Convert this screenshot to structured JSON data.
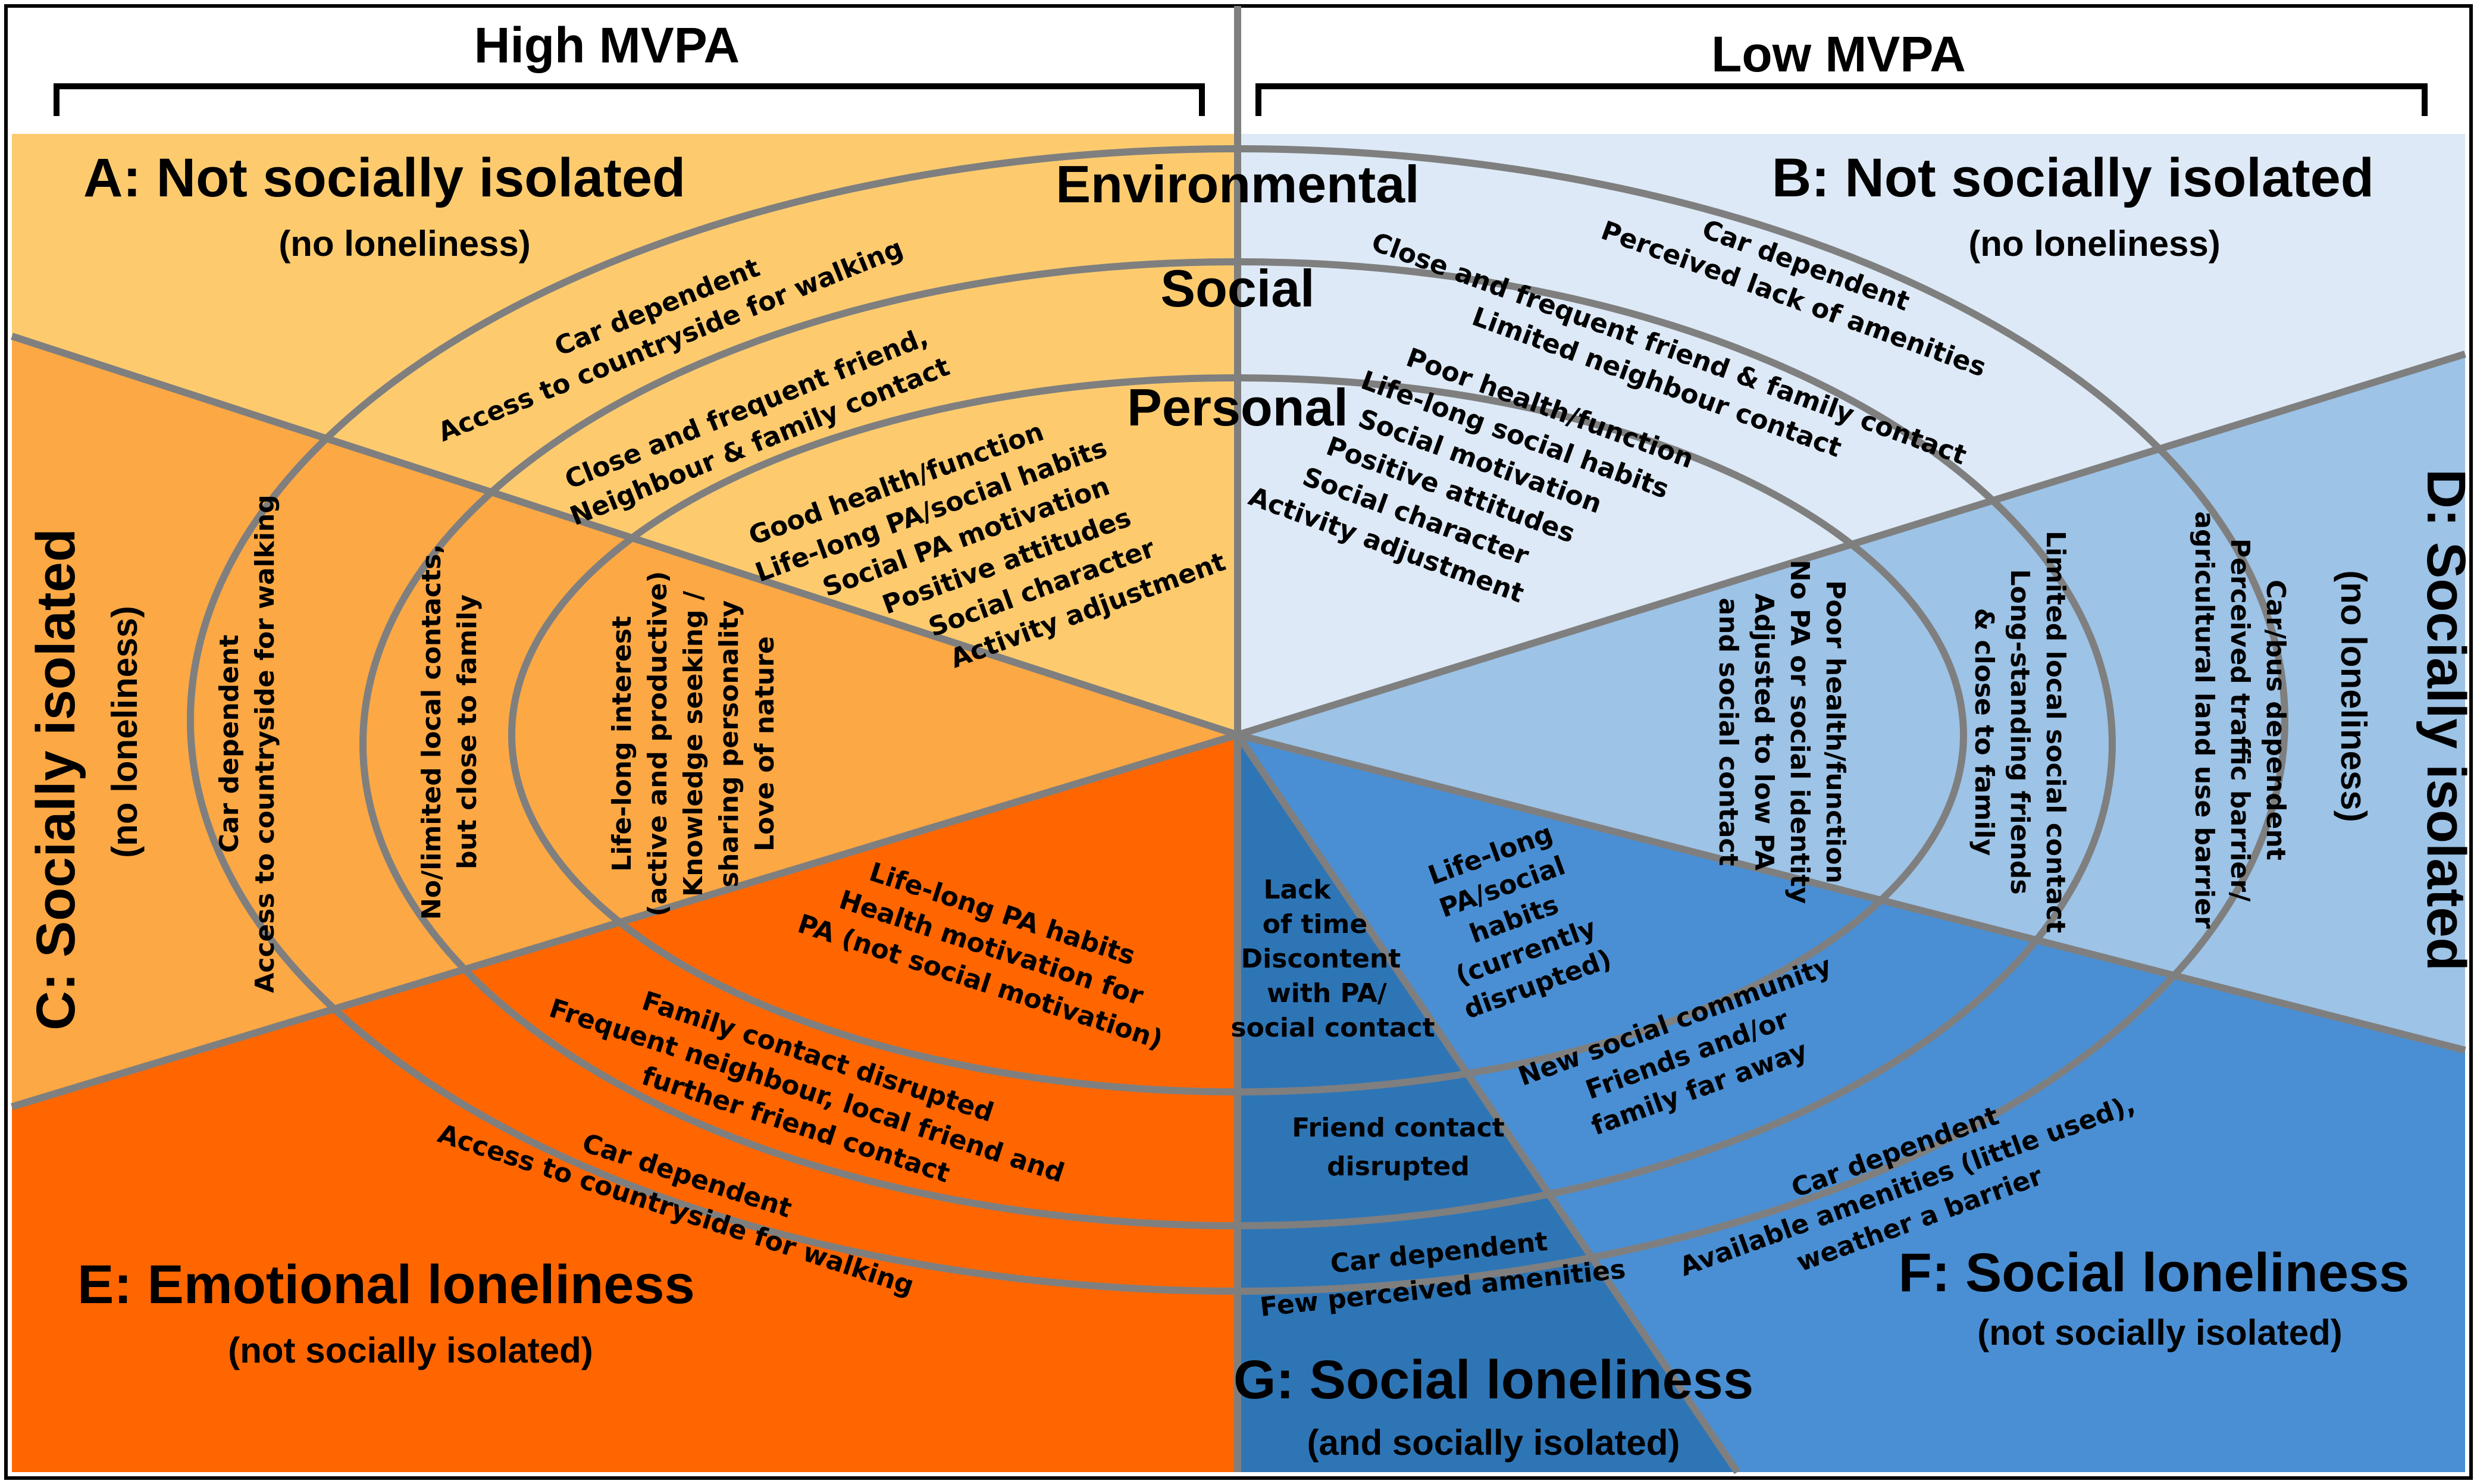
{
  "headers": {
    "left": "High MVPA",
    "right": "Low MVPA"
  },
  "rings": {
    "environmental": "Environmental",
    "social": "Social",
    "personal": "Personal"
  },
  "colors": {
    "A": "#fdcb6e",
    "B": "#dde9f6",
    "C": "#fba845",
    "D": "#9dc3e6",
    "E": "#ff6600",
    "F": "#4a8fd4",
    "G": "#2e75b6",
    "line": "#7f7f7f"
  },
  "sections": {
    "A": {
      "title": "A: Not socially isolated",
      "subtitle": "(no loneliness)",
      "environmental": [
        "Car dependent",
        "Access to countryside for walking"
      ],
      "social": [
        "Close and frequent friend,",
        "Neighbour & family contact"
      ],
      "personal": [
        "Good health/function",
        "Life-long PA/social habits",
        "Social PA motivation",
        "Positive attitudes",
        "Social character",
        "Activity adjustment"
      ]
    },
    "B": {
      "title": "B: Not socially isolated",
      "subtitle": "(no loneliness)",
      "environmental": [
        "Car dependent",
        "Perceived lack of amenities"
      ],
      "social": [
        "Close and frequent friend & family contact",
        "Limited neighbour contact"
      ],
      "personal": [
        "Poor health/function",
        "Life-long social habits",
        "Social motivation",
        "Positive attitudes",
        "Social character",
        "Activity adjustment"
      ]
    },
    "C": {
      "title": "C: Socially isolated",
      "subtitle": "(no loneliness)",
      "environmental": [
        "Car dependent",
        "Access to countryside for walking"
      ],
      "social": [
        "No/limited local contacts,",
        "but close to family"
      ],
      "personal": [
        "Life-long interest",
        "(active and productive)",
        "Knowledge seeking /",
        "sharing personality",
        "Love of nature"
      ]
    },
    "D": {
      "title": "D: Socially isolated",
      "subtitle": "(no loneliness)",
      "environmental": [
        "Car/bus dependent",
        "Perceived traffic barrier/",
        "agricultural land use barrier"
      ],
      "social": [
        "Limited local social contact",
        "Long-standing friends",
        "& close to family"
      ],
      "personal": [
        "Poor health/function",
        "No PA or social identity",
        "Adjusted to low PA",
        "and social contact"
      ]
    },
    "E": {
      "title": "E: Emotional loneliness",
      "subtitle": "(not socially isolated)",
      "environmental": [
        "Car dependent",
        "Access to countryside for walking"
      ],
      "social": [
        "Family contact disrupted",
        "Frequent neighbour, local friend and",
        "further friend contact"
      ],
      "personal": [
        "Life-long PA habits",
        "Health motivation for",
        "PA (not social motivation)"
      ]
    },
    "F": {
      "title": "F: Social loneliness",
      "subtitle": "(not socially isolated)",
      "environmental": [
        "Car dependent",
        "Available amenities (little used),",
        "weather a barrier"
      ],
      "social": [
        "New social community",
        "Friends and/or",
        "family far away"
      ],
      "personal": [
        "Life-long",
        "PA/social",
        "habits",
        "(currently",
        "disrupted)"
      ]
    },
    "G": {
      "title": "G: Social loneliness",
      "subtitle": "(and socially isolated)",
      "environmental": [
        "Car dependent",
        "Few perceived amenities"
      ],
      "social": [
        "Friend contact",
        "disrupted"
      ],
      "personal": [
        "Lack",
        "of time",
        "Discontent",
        "with PA/",
        "social contact"
      ]
    }
  }
}
